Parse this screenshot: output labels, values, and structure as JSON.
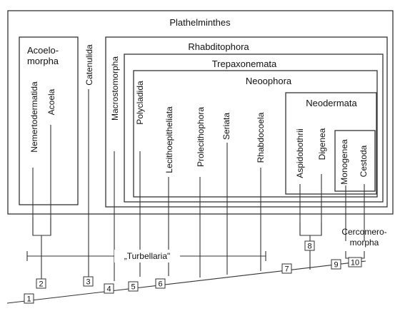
{
  "boxes": {
    "platyhelminthes": "Plathelminthes",
    "acoelomorpha_line1": "Acoelo-",
    "acoelomorpha_line2": "morpha",
    "rhabditophora": "Rhabditophora",
    "trepaxonemata": "Trepaxonemata",
    "neoophora": "Neoophora",
    "neodermata": "Neodermata"
  },
  "taxa": {
    "nemertodermatida": "Nemertodermatida",
    "acoela": "Acoela",
    "catenulida": "Catenulida",
    "macrostomorpha": "Macrostomorpha",
    "polycladida": "Polycladida",
    "lecithoepitheliata": "Lecithoepitheliata",
    "prolecithophora": "Prolecithophora",
    "seriata": "Seriata",
    "rhabdocoela": "Rhabdocoela",
    "aspidobothrii": "Aspidobothrii",
    "digenea": "Digenea",
    "monogenea": "Monogenea",
    "cestoda": "Cestoda"
  },
  "group_labels": {
    "turbellaria": "„Turbellaria\"",
    "cercomeromorpha_line1": "Cercomero-",
    "cercomeromorpha_line2": "morpha"
  },
  "nodes": [
    "1",
    "2",
    "3",
    "4",
    "5",
    "6",
    "7",
    "8",
    "9",
    "10"
  ]
}
